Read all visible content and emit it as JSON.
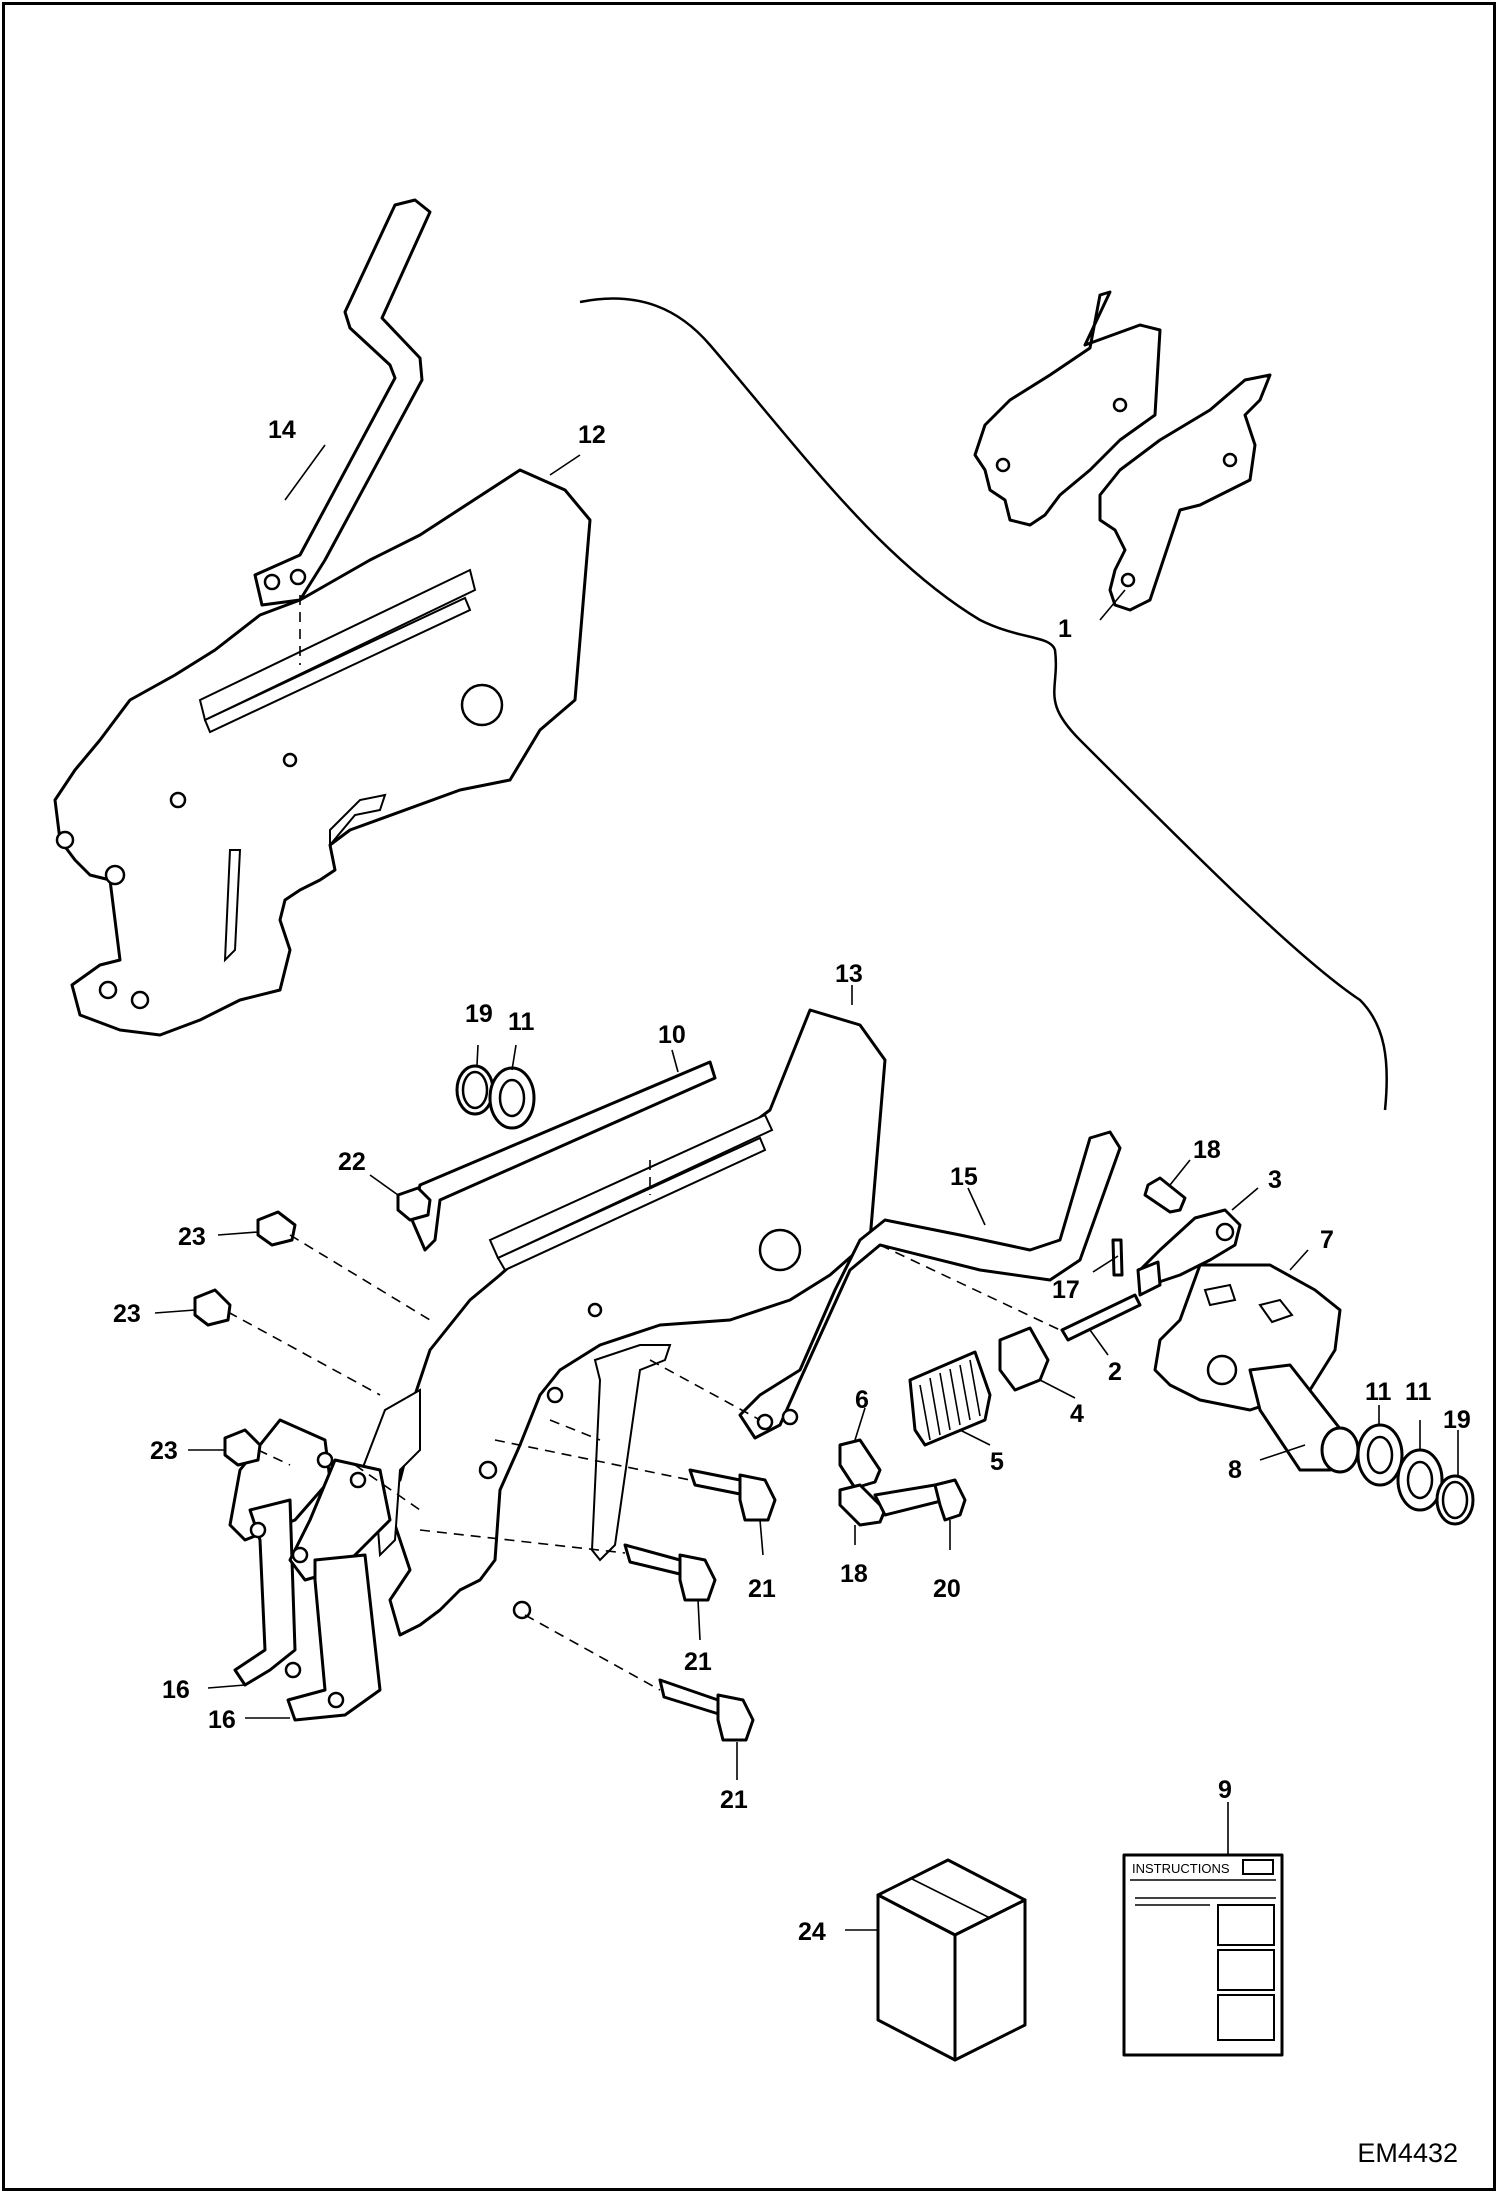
{
  "drawing_id": "EM4432",
  "instruction_sheet": {
    "title": "INSTRUCTIONS"
  },
  "callouts": {
    "c1": "1",
    "c2": "2",
    "c3": "3",
    "c4": "4",
    "c5": "5",
    "c6": "6",
    "c7": "7",
    "c8": "8",
    "c9": "9",
    "c10": "10",
    "c11a": "11",
    "c11b": "11",
    "c11c": "11",
    "c12": "12",
    "c13": "13",
    "c14": "14",
    "c15": "15",
    "c16a": "16",
    "c16b": "16",
    "c17": "17",
    "c18a": "18",
    "c18b": "18",
    "c19a": "19",
    "c19b": "19",
    "c20": "20",
    "c21a": "21",
    "c21b": "21",
    "c21c": "21",
    "c22": "22",
    "c23a": "23",
    "c23b": "23",
    "c23c": "23",
    "c24": "24"
  }
}
